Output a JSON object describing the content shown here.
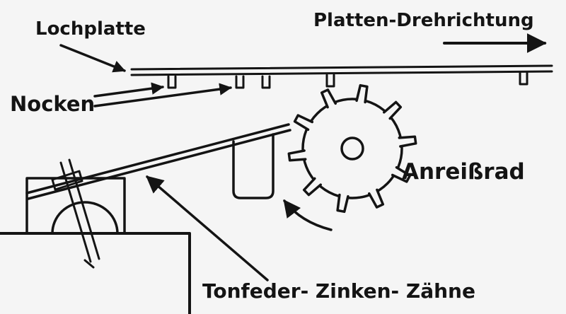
{
  "labels": {
    "lochplatte": "Lochplatte",
    "platten_drehrichtung": "Platten-Drehrichtung",
    "nocken": "Nocken",
    "anreissrad": "Anreißrad",
    "tonfeder": "Tonfeder- Zinken- Zähne"
  },
  "colors": {
    "ink": "#141414",
    "paper": "#f5f5f5"
  }
}
